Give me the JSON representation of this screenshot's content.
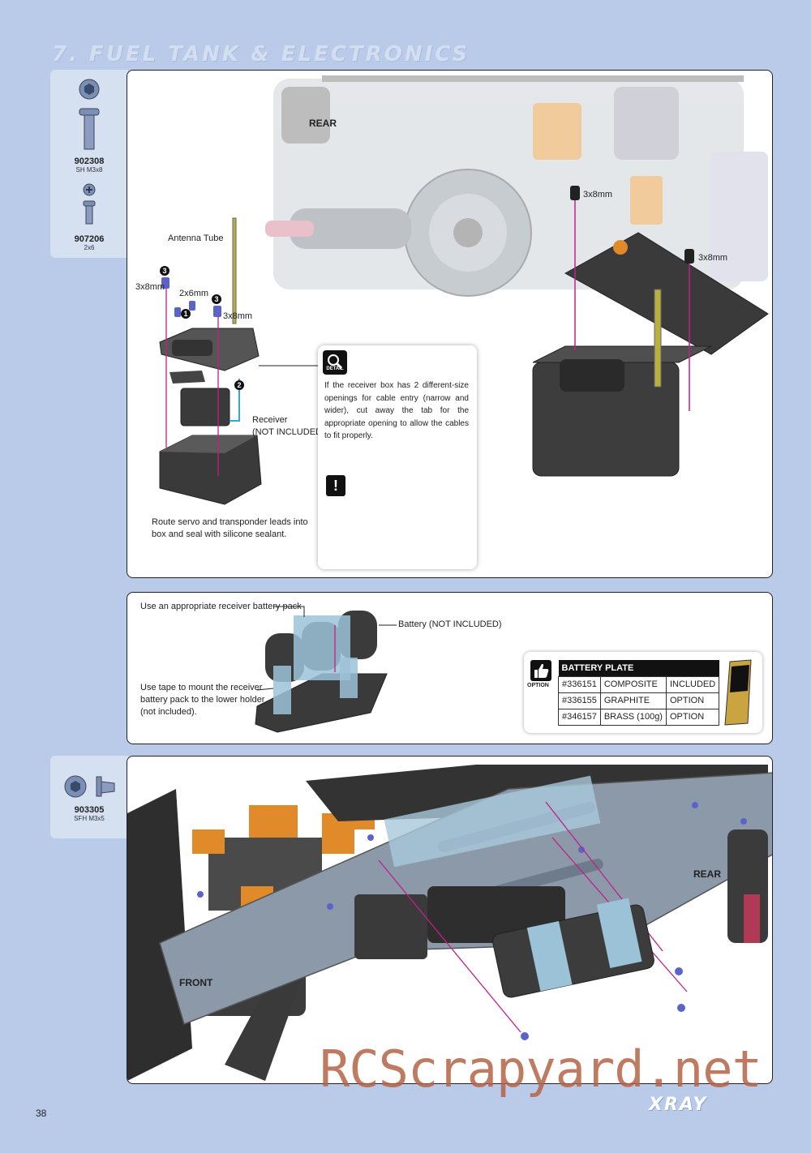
{
  "page": {
    "title": "7. FUEL TANK & ELECTRONICS",
    "page_number": "38",
    "watermark": "RCScrapyard.net",
    "brand": "XRAY"
  },
  "parts_top": [
    {
      "code": "902308",
      "spec": "SH M3x8"
    },
    {
      "code": "907206",
      "spec": "2x6"
    }
  ],
  "parts_bottom": [
    {
      "code": "903305",
      "spec": "SFH M3x5"
    }
  ],
  "panel1": {
    "rear": "REAR",
    "antenna_tube": "Antenna Tube",
    "screw_3x8_a": "3x8mm",
    "screw_2x6": "2x6mm",
    "screw_3x8_b": "3x8mm",
    "screw_3x8_c": "3x8mm",
    "screw_3x8_d": "3x8mm",
    "num1": "1",
    "num2": "2",
    "num3": "3",
    "receiver_line1": "Receiver",
    "receiver_line2": "(NOT INCLUDED)",
    "route_line1": "Route servo and transponder leads into",
    "route_line2": "box and seal with silicone sealant.",
    "detail_label": "DETAIL",
    "detail_text": "If the receiver box has 2 different-size openings for cable entry (narrow and wider), cut away the tab for the appropriate opening to allow the cables to fit properly.",
    "warning_mark": "!"
  },
  "panel2": {
    "use_battery": "Use an appropriate receiver battery pack",
    "battery": "Battery (NOT INCLUDED)",
    "tape_line1": "Use tape to mount the receiver",
    "tape_line2": "battery pack to the lower holder",
    "tape_line3": "(not included).",
    "option_label": "OPTION",
    "table": {
      "header": "BATTERY PLATE",
      "rows": [
        {
          "part": "#336151",
          "material": "COMPOSITE",
          "status": "INCLUDED"
        },
        {
          "part": "#336155",
          "material": "GRAPHITE",
          "status": "OPTION"
        },
        {
          "part": "#346157",
          "material": "BRASS (100g)",
          "status": "OPTION"
        }
      ]
    }
  },
  "panel3": {
    "rear": "REAR",
    "front": "FRONT"
  },
  "colors": {
    "background": "#b9cbe8",
    "aluminium_orange": "#e08a2a",
    "chassis_grey": "#8b99a8",
    "screw_blue": "#5a64c8",
    "guide_magenta": "#c0208a"
  }
}
